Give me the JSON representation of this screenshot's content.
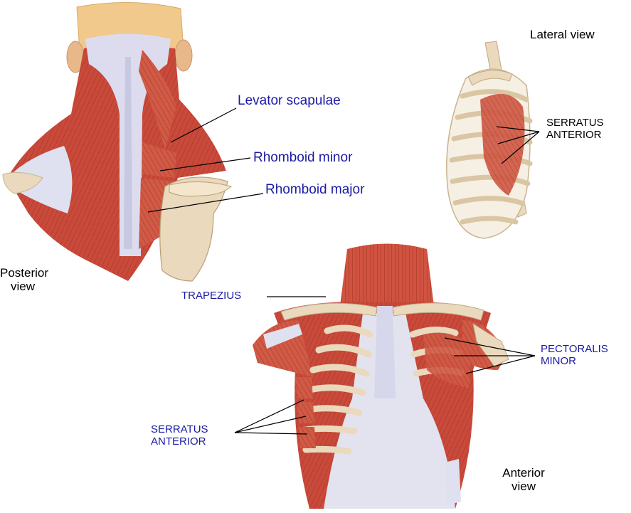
{
  "labels": {
    "lateral_view": "Lateral view",
    "serratus_anterior_lateral": "SERRATUS\nANTERIOR",
    "levator_scapulae": "Levator scapulae",
    "rhomboid_minor": "Rhomboid minor",
    "rhomboid_major": "Rhomboid major",
    "posterior_view": "Posterior\nview",
    "trapezius": "TRAPEZIUS",
    "pectoralis_minor": "PECTORALIS\nMINOR",
    "serratus_anterior_anterior": "SERRATUS\nANTERIOR",
    "anterior_view": "Anterior\nview"
  },
  "colors": {
    "muscle": "#c94a3a",
    "muscle_dark": "#9e2f22",
    "muscle_light": "#e07a63",
    "bone": "#ead9bd",
    "bone_shadow": "#c9b48f",
    "fascia": "#d9dbef",
    "skin": "#f1c98c",
    "label_blue": "#1a1aa6",
    "leader_line": "#000000"
  }
}
